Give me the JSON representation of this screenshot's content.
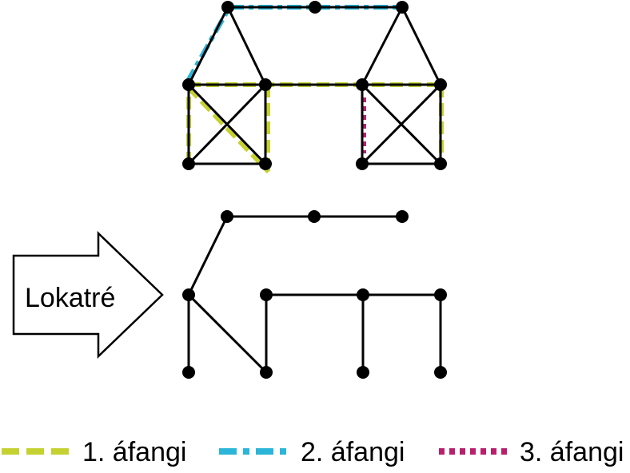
{
  "colors": {
    "phase1": "#c5d131",
    "phase2": "#2bb5d8",
    "phase3": "#b8206e",
    "graph": "#000000"
  },
  "arrow": {
    "label": "Lokatré"
  },
  "legend": [
    {
      "label": "1. áfangi",
      "color": "#c5d131",
      "style": "dashed"
    },
    {
      "label": "2. áfangi",
      "color": "#2bb5d8",
      "style": "dash-dot"
    },
    {
      "label": "3. áfangi",
      "color": "#b8206e",
      "style": "dotted"
    }
  ]
}
